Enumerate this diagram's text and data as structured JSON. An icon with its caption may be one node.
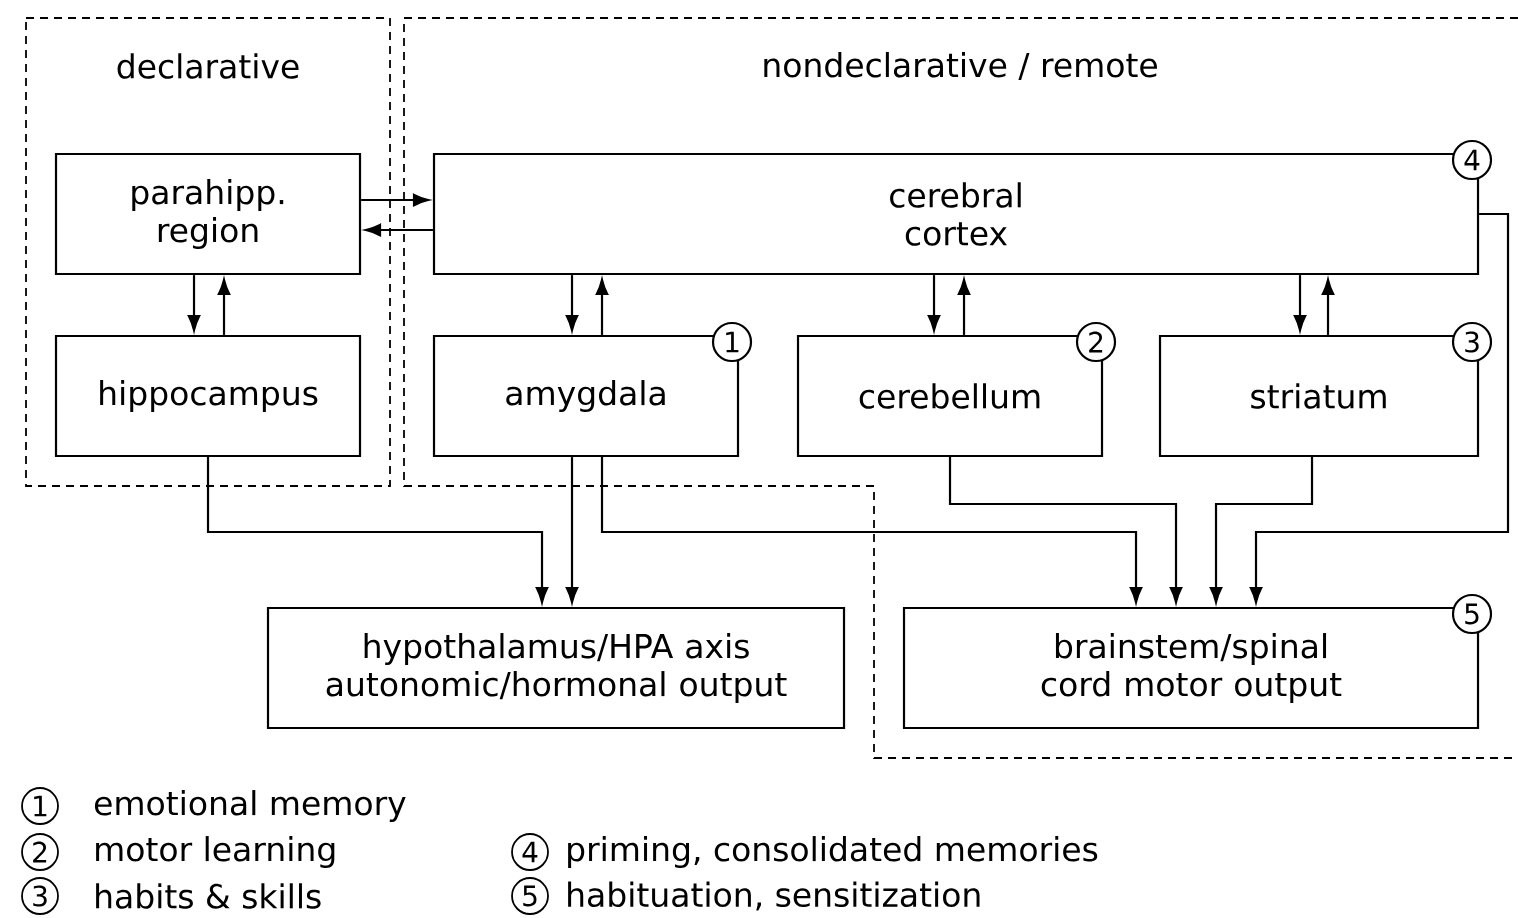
{
  "diagram": {
    "nodes": [
      {
        "text": [
          "declarative"
        ]
      },
      {
        "text": [
          "parahipp. region"
        ],
        "in": 0
      },
      {
        "text": [
          "hippocampus"
        ],
        "in": 0
      },
      {
        "text": [
          "nondeclarative / remote"
        ]
      },
      {
        "text": [
          "cerebral cortex",
          "4"
        ],
        "in": 3
      },
      {
        "text": [
          "amygdala",
          "1"
        ],
        "in": 3
      },
      {
        "text": [
          "cerebellum",
          "2"
        ],
        "in": 3
      },
      {
        "text": [
          "striatum",
          "3"
        ],
        "in": 3
      },
      {
        "text": [
          "hypothalamus/HPA axis autonomic/hormonal output"
        ]
      },
      {
        "text": [
          "brainstem/spinal cord motor output",
          "5"
        ],
        "in": 3
      }
    ],
    "edges": [
      {
        "from": 1,
        "to": 4,
        "arrow": "to"
      },
      {
        "from": 4,
        "to": 1,
        "arrow": "to"
      },
      {
        "from": 1,
        "to": 2,
        "arrow": "to"
      },
      {
        "from": 2,
        "to": 1,
        "arrow": "to"
      },
      {
        "from": 4,
        "to": 5,
        "arrow": "to"
      },
      {
        "from": 5,
        "to": 4,
        "arrow": "to"
      },
      {
        "from": 4,
        "to": 6,
        "arrow": "to"
      },
      {
        "from": 6,
        "to": 4,
        "arrow": "to"
      },
      {
        "from": 4,
        "to": 7,
        "arrow": "to"
      },
      {
        "from": 7,
        "to": 4,
        "arrow": "to"
      },
      {
        "from": 2,
        "to": 8,
        "arrow": "to"
      },
      {
        "from": 5,
        "to": 8,
        "arrow": "to"
      },
      {
        "from": 5,
        "to": 9,
        "arrow": "to"
      },
      {
        "from": 6,
        "to": 9,
        "arrow": "to"
      },
      {
        "from": 7,
        "to": 9,
        "arrow": "to"
      },
      {
        "from": 4,
        "to": 9,
        "arrow": "to"
      }
    ],
    "labels": [
      "1",
      "emotional memory",
      "2",
      "motor learning",
      "3",
      "habits & skills",
      "4",
      "priming, consolidated memories",
      "5",
      "habituation, sensitization"
    ]
  }
}
